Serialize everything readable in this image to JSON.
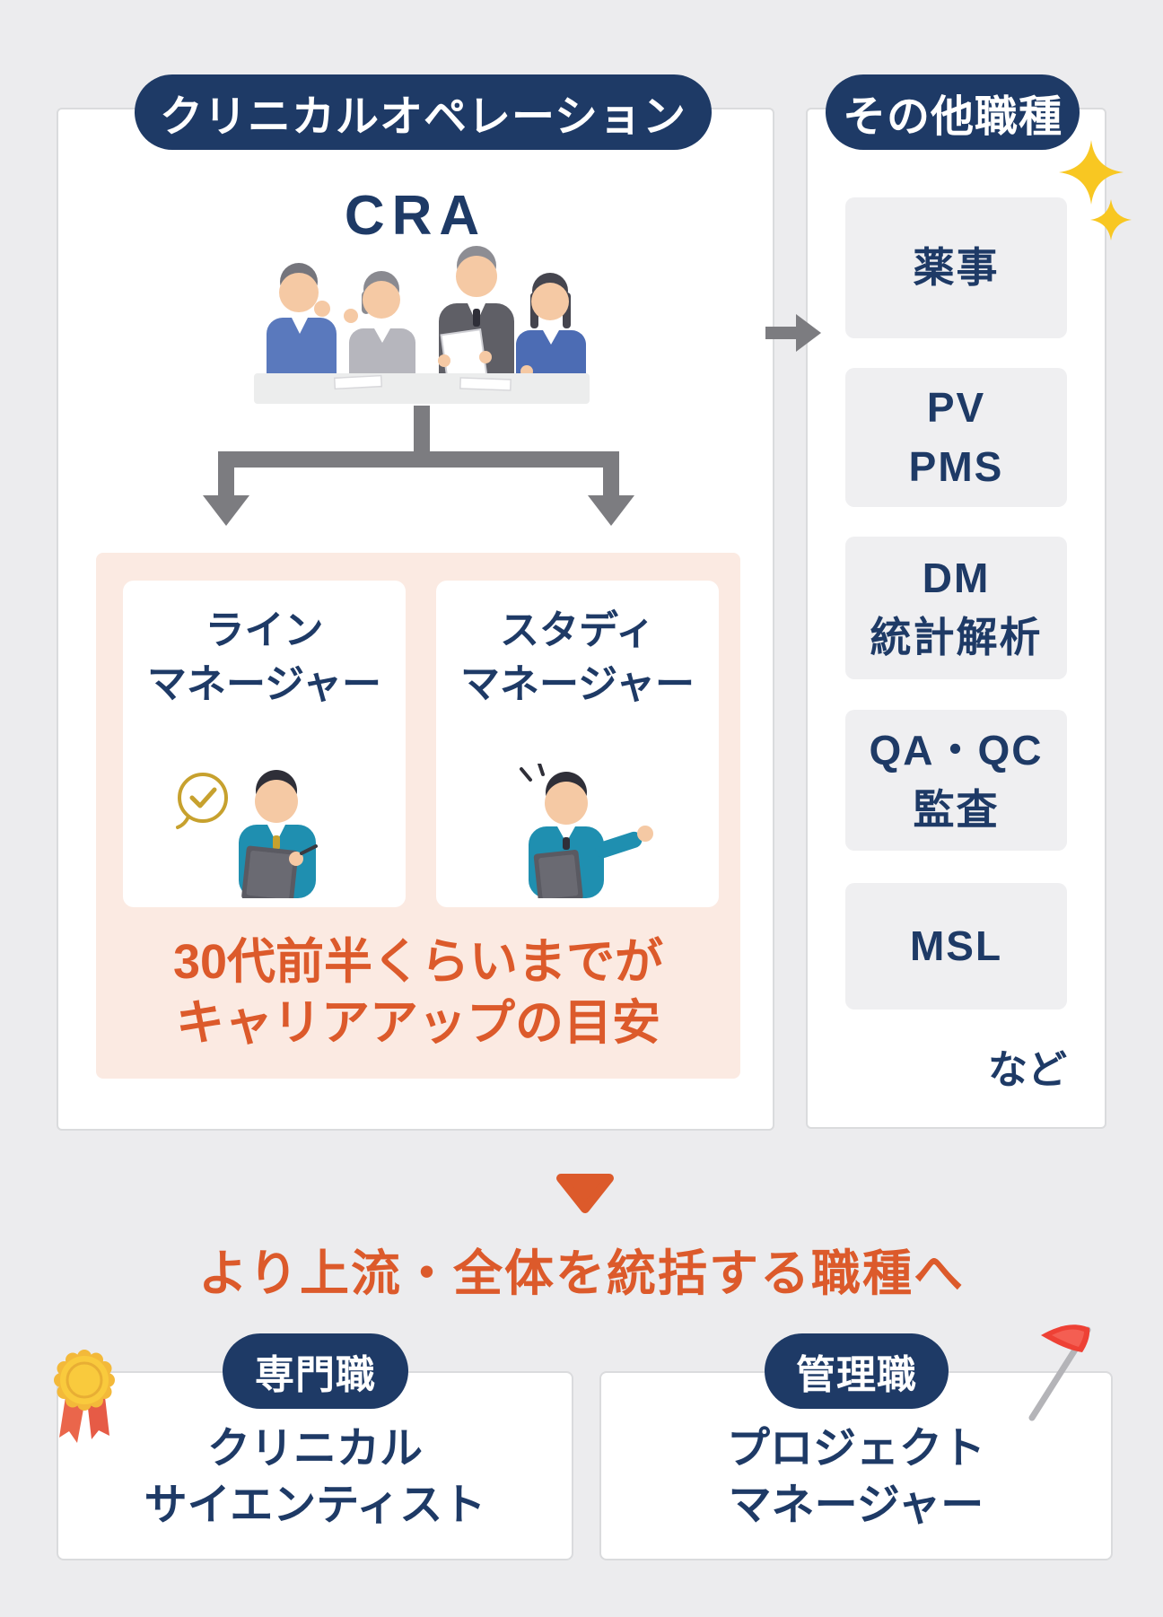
{
  "colors": {
    "navy": "#1e3a66",
    "orange": "#dc5a2b",
    "pink_highlight": "#fbeae2",
    "job_box_gray": "#efeff1",
    "background": "#ececee",
    "arrow_gray": "#7c7c80",
    "sparkle_yellow": "#f8c722",
    "medal_gold": "#f9ca3d",
    "flag_red": "#ee4135",
    "suit_teal": "#1f8fb0"
  },
  "left_section": {
    "pill": "クリニカルオペレーション",
    "role": "CRA",
    "managers": [
      {
        "line1": "ライン",
        "line2": "マネージャー"
      },
      {
        "line1": "スタディ",
        "line2": "マネージャー"
      }
    ],
    "note_line1": "30代前半くらいまでが",
    "note_line2": "キャリアアップの目安"
  },
  "right_section": {
    "pill": "その他職種",
    "jobs": [
      {
        "line1": "薬事"
      },
      {
        "line1": "PV",
        "line2": "PMS"
      },
      {
        "line1": "DM",
        "line2": "統計解析"
      },
      {
        "line1": "QA・QC",
        "line2": "監査"
      },
      {
        "line1": "MSL"
      }
    ],
    "etc_label": "など"
  },
  "flow": {
    "heading": "より上流・全体を統括する職種へ"
  },
  "bottom": {
    "cards": [
      {
        "pill": "専門職",
        "line1": "クリニカル",
        "line2": "サイエンティスト",
        "icon": "medal-icon"
      },
      {
        "pill": "管理職",
        "line1": "プロジェクト",
        "line2": "マネージャー",
        "icon": "flag-icon"
      }
    ]
  }
}
